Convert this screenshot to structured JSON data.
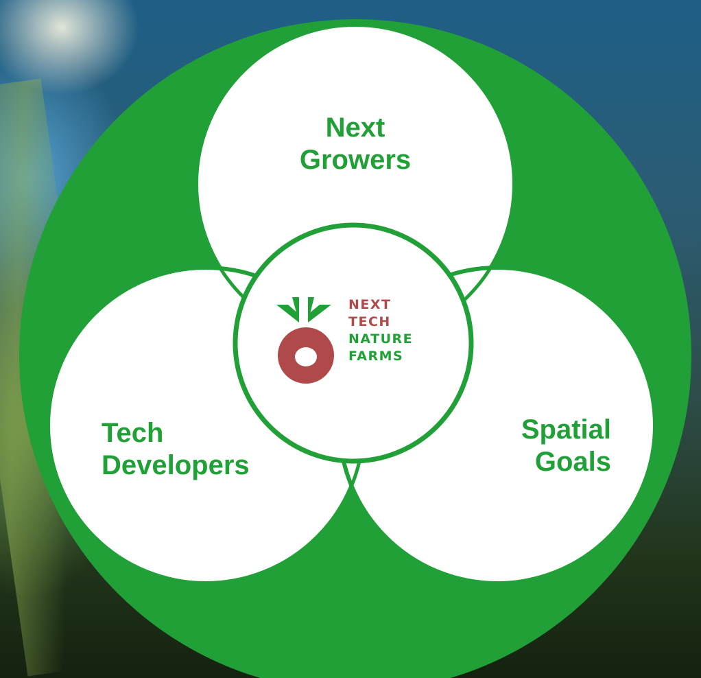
{
  "diagram": {
    "segments": [
      {
        "line1": "Next",
        "line2": "Growers"
      },
      {
        "line1": "Tech",
        "line2": "Developers"
      },
      {
        "line1": "Spatial",
        "line2": "Goals"
      }
    ],
    "center_logo": {
      "lines": [
        "NEXT",
        "TECH",
        "NATURE",
        "FARMS"
      ]
    }
  },
  "colors": {
    "green": "#21a038",
    "white": "#ffffff",
    "logo_red": "#b04a4a"
  }
}
